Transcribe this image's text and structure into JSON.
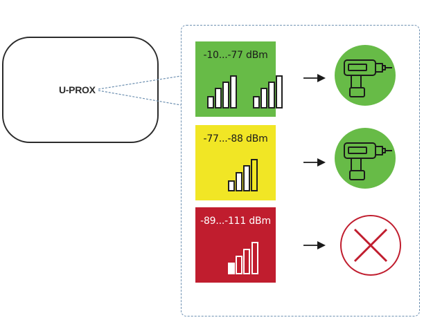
{
  "device": {
    "logo": "U-PROX"
  },
  "levels": [
    {
      "label": "-10...-77 dBm",
      "color": "#67bb47",
      "result": "drill"
    },
    {
      "label": "-77...-88 dBm",
      "color": "#f1e625",
      "result": "drill"
    },
    {
      "label": "-89...-111 dBm",
      "color": "#c01d2e",
      "result": "forbidden"
    }
  ],
  "colors": {
    "outline": "#2b2b2b",
    "dashed_frame": "#6c8fb0",
    "icon_green": "#67bb47",
    "cross_red": "#c01d2e"
  },
  "icons": [
    "signal-bars-icon",
    "arrow-right-icon",
    "drill-icon",
    "cross-icon"
  ]
}
